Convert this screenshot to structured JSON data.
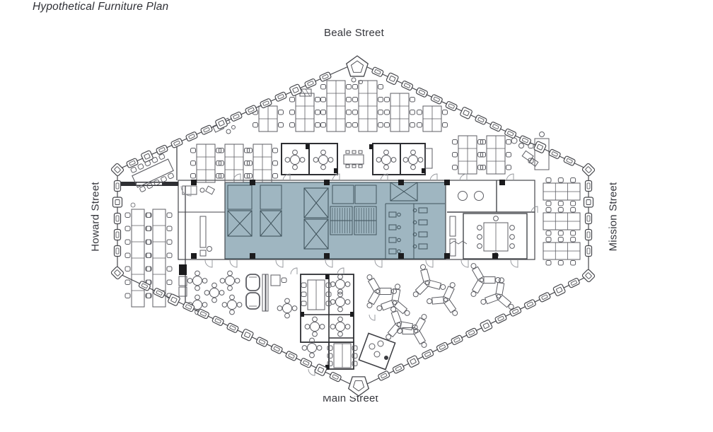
{
  "title": "Hypothetical Furniture Plan",
  "streets": {
    "top": "Beale Street",
    "bottom": "Main Street",
    "left": "Howard Street",
    "right": "Mission Street"
  },
  "plan": {
    "core_highlight_color": "#9FB6C1",
    "core_line_color": "#41545D",
    "wall_color": "#45464b",
    "furniture_color": "#5c5d63",
    "door_arc_color": "#909298",
    "column_color": "#1b1b1d",
    "label_text_color": "#35363c"
  }
}
